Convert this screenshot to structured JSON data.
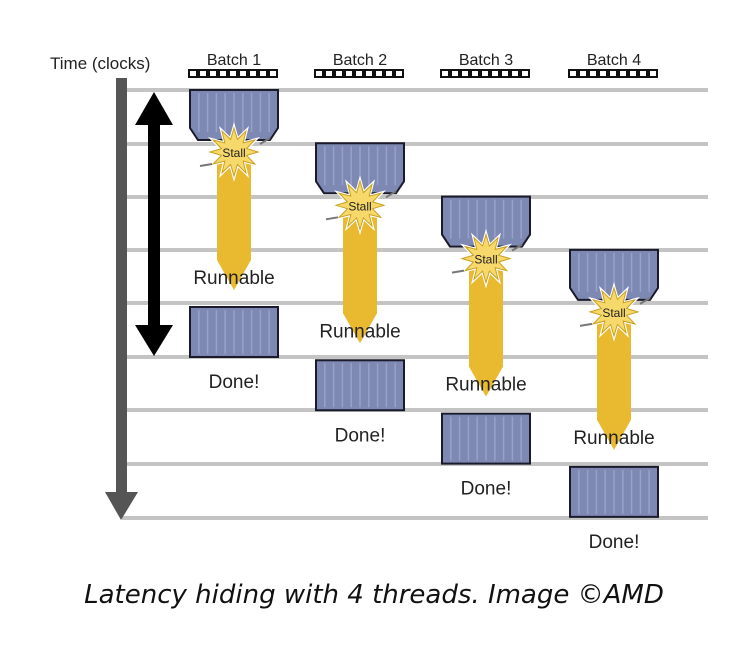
{
  "axis_label": "Time (clocks)",
  "batches": [
    {
      "label": "Batch 1",
      "stall": "Stall",
      "runnable": "Runnable",
      "done": "Done!"
    },
    {
      "label": "Batch 2",
      "stall": "Stall",
      "runnable": "Runnable",
      "done": "Done!"
    },
    {
      "label": "Batch 3",
      "stall": "Stall",
      "runnable": "Runnable",
      "done": "Done!"
    },
    {
      "label": "Batch 4",
      "stall": "Stall",
      "runnable": "Runnable",
      "done": "Done!"
    }
  ],
  "caption": "Latency hiding with 4 threads. Image ©AMD",
  "colors": {
    "box": "#7d88b3",
    "box_line": "#98a2c8",
    "arrow": "#e9b930",
    "grid": "#c4c4c4",
    "time_arrow": "#555555",
    "starburst": "#f7d86a"
  }
}
